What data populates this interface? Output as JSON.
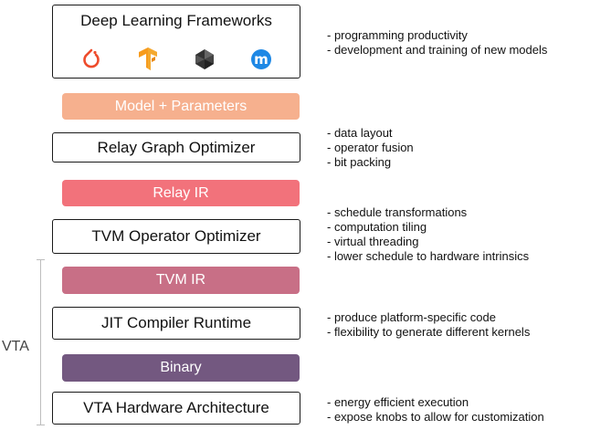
{
  "frameworks": {
    "title": "Deep Learning Frameworks",
    "icons": [
      "pytorch-icon",
      "tensorflow-icon",
      "mxnet-icon",
      "mxnet-m-icon"
    ],
    "notes": [
      "- programming productivity",
      "- development and training of new models"
    ]
  },
  "model_params": {
    "label": "Model + Parameters",
    "color": "#f6b08e"
  },
  "relay_optimizer": {
    "label": "Relay Graph Optimizer",
    "notes": [
      "- data layout",
      "- operator fusion",
      "- bit packing"
    ]
  },
  "relay_ir": {
    "label": "Relay IR",
    "color": "#f2727b"
  },
  "tvm_optimizer": {
    "label": "TVM Operator Optimizer",
    "notes": [
      "- schedule transformations",
      "- computation tiling",
      "- virtual threading",
      "- lower schedule to hardware intrinsics"
    ]
  },
  "tvm_ir": {
    "label": "TVM IR",
    "color": "#c86f86"
  },
  "jit": {
    "label": "JIT Compiler Runtime",
    "notes": [
      "- produce platform-specific code",
      "- flexibility to generate different kernels"
    ]
  },
  "binary": {
    "label": "Binary",
    "color": "#735880"
  },
  "vta_hw": {
    "label": "VTA Hardware Architecture",
    "notes": [
      "- energy efficient execution",
      "- expose knobs to allow for customization"
    ]
  },
  "vta_bracket": {
    "label": "VTA"
  }
}
